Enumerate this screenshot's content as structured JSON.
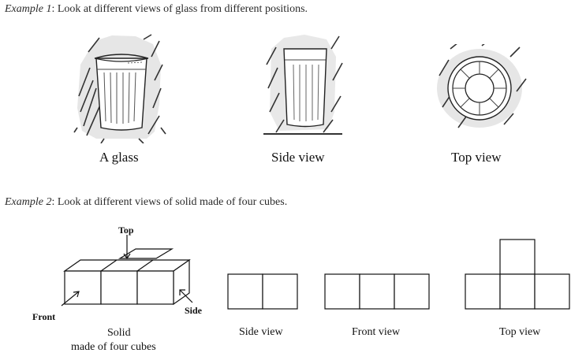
{
  "example1": {
    "label": "Example 1",
    "text": ": Look at different views of glass from different positions.",
    "captions": [
      "A glass",
      "Side view",
      "Top view"
    ]
  },
  "example2": {
    "label": "Example 2",
    "text": ": Look at different views of solid made of four cubes.",
    "labels": {
      "top": "Top",
      "front": "Front",
      "side": "Side"
    },
    "captions": {
      "solid_line1": "Solid",
      "solid_line2": "made of four cubes",
      "side_view": "Side view",
      "front_view": "Front view",
      "top_view": "Top view"
    }
  }
}
